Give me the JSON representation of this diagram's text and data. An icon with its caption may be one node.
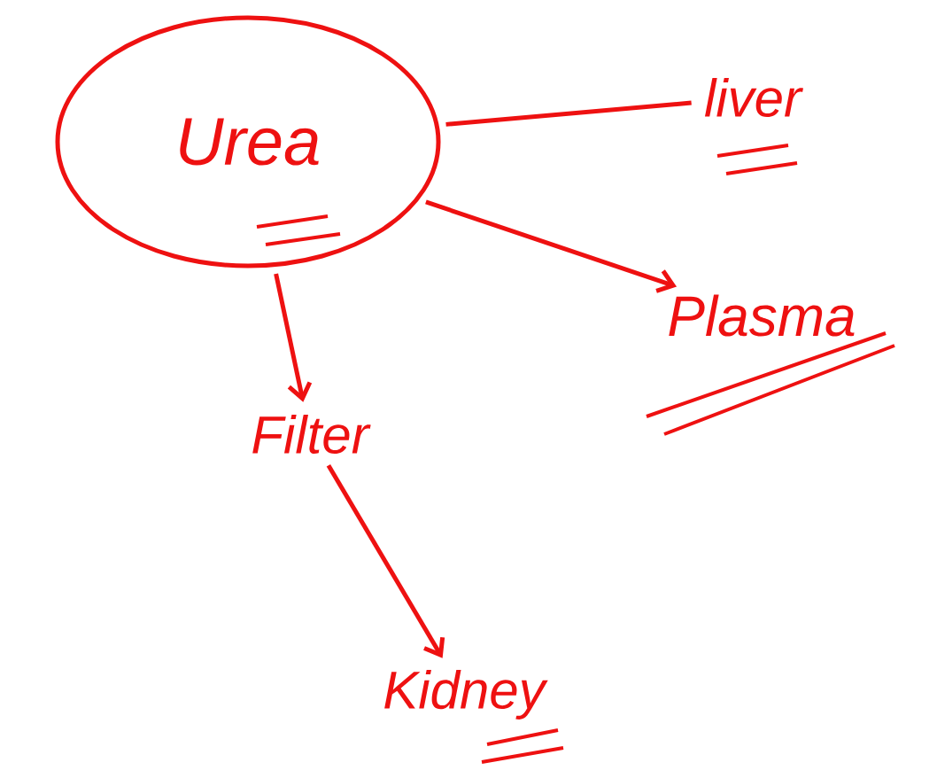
{
  "diagram": {
    "nodes": [
      {
        "text": [
          "Urea"
        ]
      },
      {
        "text": [
          "liver"
        ]
      },
      {
        "text": [
          "Plasma"
        ]
      },
      {
        "text": [
          "Filter"
        ]
      },
      {
        "text": [
          "Kidney"
        ]
      }
    ],
    "edges": [
      {
        "from": 0,
        "to": 1,
        "arrow": "none"
      },
      {
        "from": 0,
        "to": 2,
        "arrow": "to"
      },
      {
        "from": 0,
        "to": 3,
        "arrow": "to"
      },
      {
        "from": 3,
        "to": 4,
        "arrow": "to"
      }
    ]
  }
}
